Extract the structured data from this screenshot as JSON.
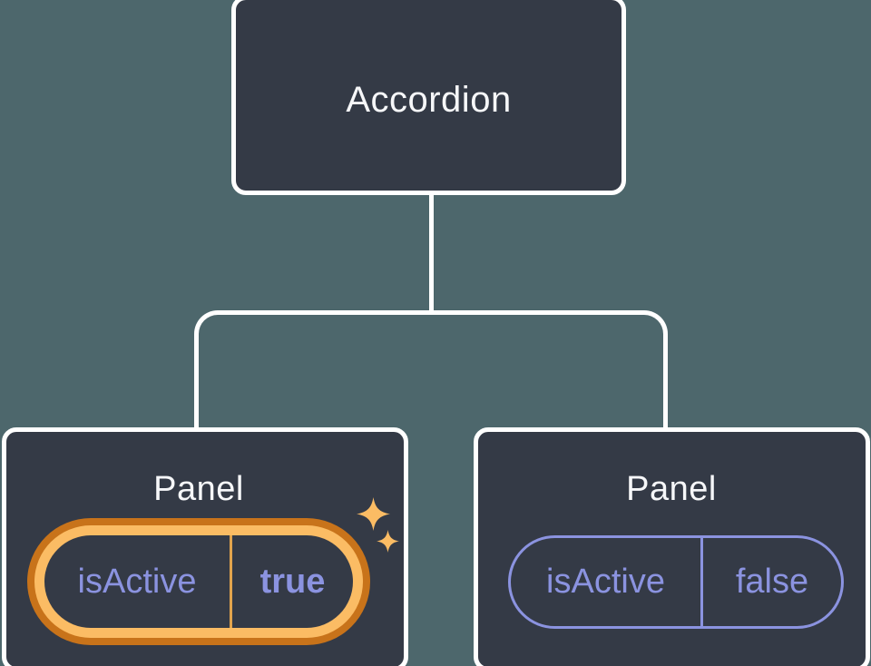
{
  "diagram": {
    "root": {
      "label": "Accordion"
    },
    "panels": [
      {
        "label": "Panel",
        "prop": "isActive",
        "value": "true",
        "highlighted": true
      },
      {
        "label": "Panel",
        "prop": "isActive",
        "value": "false",
        "highlighted": false
      }
    ]
  },
  "icons": {
    "sparkle_large": "sparkle-icon",
    "sparkle_small": "sparkle-icon"
  },
  "colors": {
    "background": "#4d676c",
    "node_fill": "#343a46",
    "node_border": "#ffffff",
    "label_text": "#f6f7f9",
    "state_text": "#8b93e0",
    "highlight_ring_outer": "#c8731a",
    "highlight_ring_inner": "#fbbc64",
    "highlight_divider": "#e2a44d",
    "sparkle": "#fbbc64"
  }
}
